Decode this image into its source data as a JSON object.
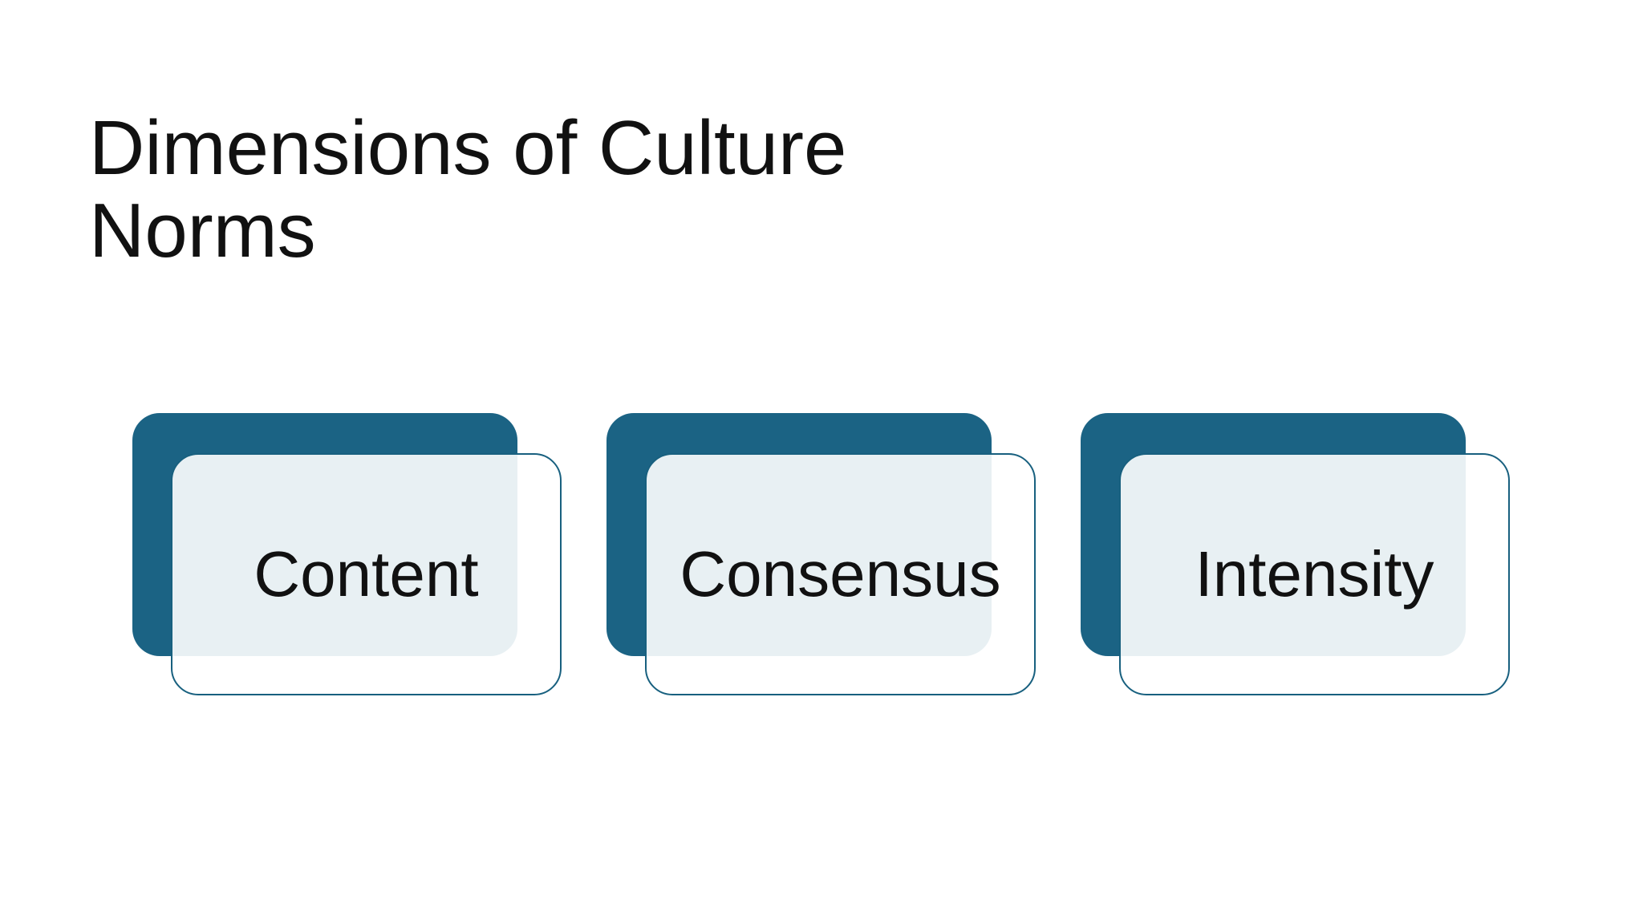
{
  "slide": {
    "title": {
      "full_text": "Dimensions of Culture Norms",
      "lines": [
        "Dimensions of Culture",
        "Norms"
      ]
    },
    "cards": [
      {
        "label": "Content"
      },
      {
        "label": "Consensus"
      },
      {
        "label": "Intensity"
      }
    ]
  },
  "colors": {
    "accent_teal": "#1b6384",
    "panel_border": "#18607f",
    "front_panel_fill": "rgba(255,255,255,0.9)",
    "overlap_tint": "#e8edf1",
    "text": "#111111",
    "background": "#ffffff"
  }
}
